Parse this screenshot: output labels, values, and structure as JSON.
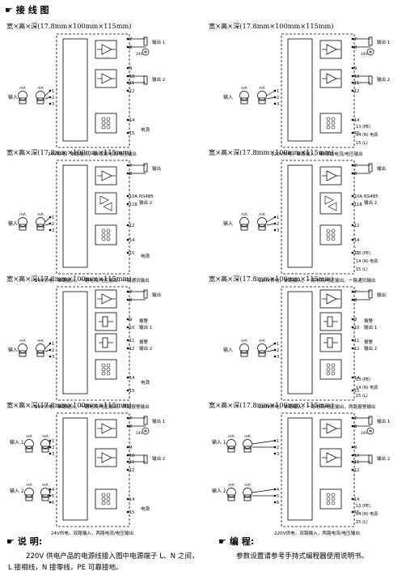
{
  "header": {
    "title": "接 线 图"
  },
  "dims_label": "宽×高×深(17.8mm×100mm×115mm)",
  "labels": {
    "input": "输入",
    "input1": "输入 1",
    "input2": "输入 2",
    "output1": "输出 1",
    "output2": "输出 2",
    "output": "输出",
    "alarm": "报警",
    "power": "电源",
    "rs485": "RS485",
    "ma": "mA",
    "v24": "24V",
    "pe": "13 (PE)",
    "n": "14 (N) 电源",
    "l": "15 (L)"
  },
  "captions": [
    "24V供电，单路输入，单/双路电流/电压输出",
    "220V供电，单路输入，单/双路电流/电压输出",
    "24V供电，单路输入，一路电流/电压输出，一路通讯输出",
    "220V供电，单路输入，一路电流/电压输出，一路通讯输出",
    "24V供电，单路输入，一路电流/电压输出，两路报警输出",
    "220V供电，单路输入，一路电流/电压输出，两路报警输出",
    "24V供电，双路输入，两路电流/电压输出",
    "220V供电，双路输入，两路电流/电压输出"
  ],
  "notes": {
    "left_title": "说 明:",
    "left_text": "220V 供电产品的电源线接入图中电源端子 L、N 之间，L 接相线，N 接零线，PE 可靠接地。",
    "right_title": "编 程:",
    "right_text": "参数设置请参考手持式编程器使用说明书。"
  },
  "icons": {
    "hand": "pointing-hand-icon"
  }
}
